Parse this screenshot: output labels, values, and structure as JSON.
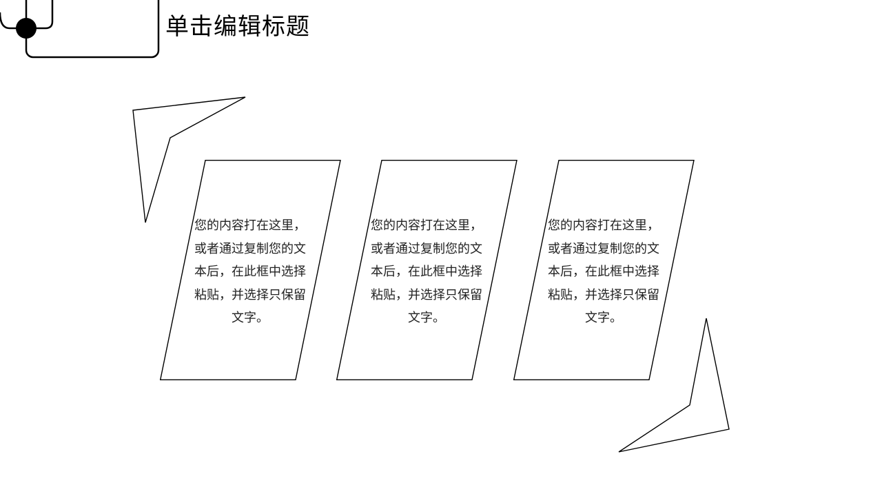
{
  "slide": {
    "title": "单击编辑标题"
  },
  "cards": [
    {
      "text": "您的内容打在这里，或者通过复制您的文本后，在此框中选择粘贴，并选择只保留文字。"
    },
    {
      "text": "您的内容打在这里，或者通过复制您的文本后，在此框中选择粘贴，并选择只保留文字。"
    },
    {
      "text": "您的内容打在这里，或者通过复制您的文本后，在此框中选择粘贴，并选择只保留文字。"
    }
  ],
  "colors": {
    "stroke": "#000000",
    "background": "#ffffff"
  }
}
